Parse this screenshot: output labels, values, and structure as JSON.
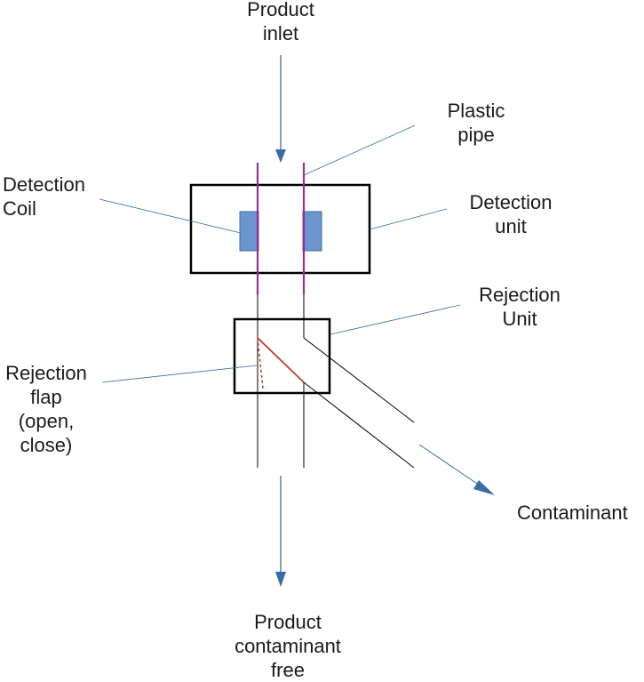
{
  "labels": {
    "product_inlet": [
      "Product",
      "inlet"
    ],
    "plastic_pipe": [
      "Plastic",
      "pipe"
    ],
    "detection_coil": [
      "Detection",
      "Coil"
    ],
    "detection_unit": [
      "Detection",
      "unit"
    ],
    "rejection_unit": [
      "Rejection",
      "Unit"
    ],
    "rejection_flap": [
      "Rejection",
      "flap",
      "(open,",
      "close)"
    ],
    "contaminant": "Contaminant",
    "product_out": [
      "Product",
      "contaminant",
      "free"
    ]
  },
  "colors": {
    "arrow": "#3b6ba5",
    "pipe": "#9b2d8f",
    "coil_fill": "#6a96cf",
    "coil_stroke": "#3b6ba5",
    "flap": "#c0392b",
    "outline": "#000000",
    "leader": "#3b6ba5"
  }
}
